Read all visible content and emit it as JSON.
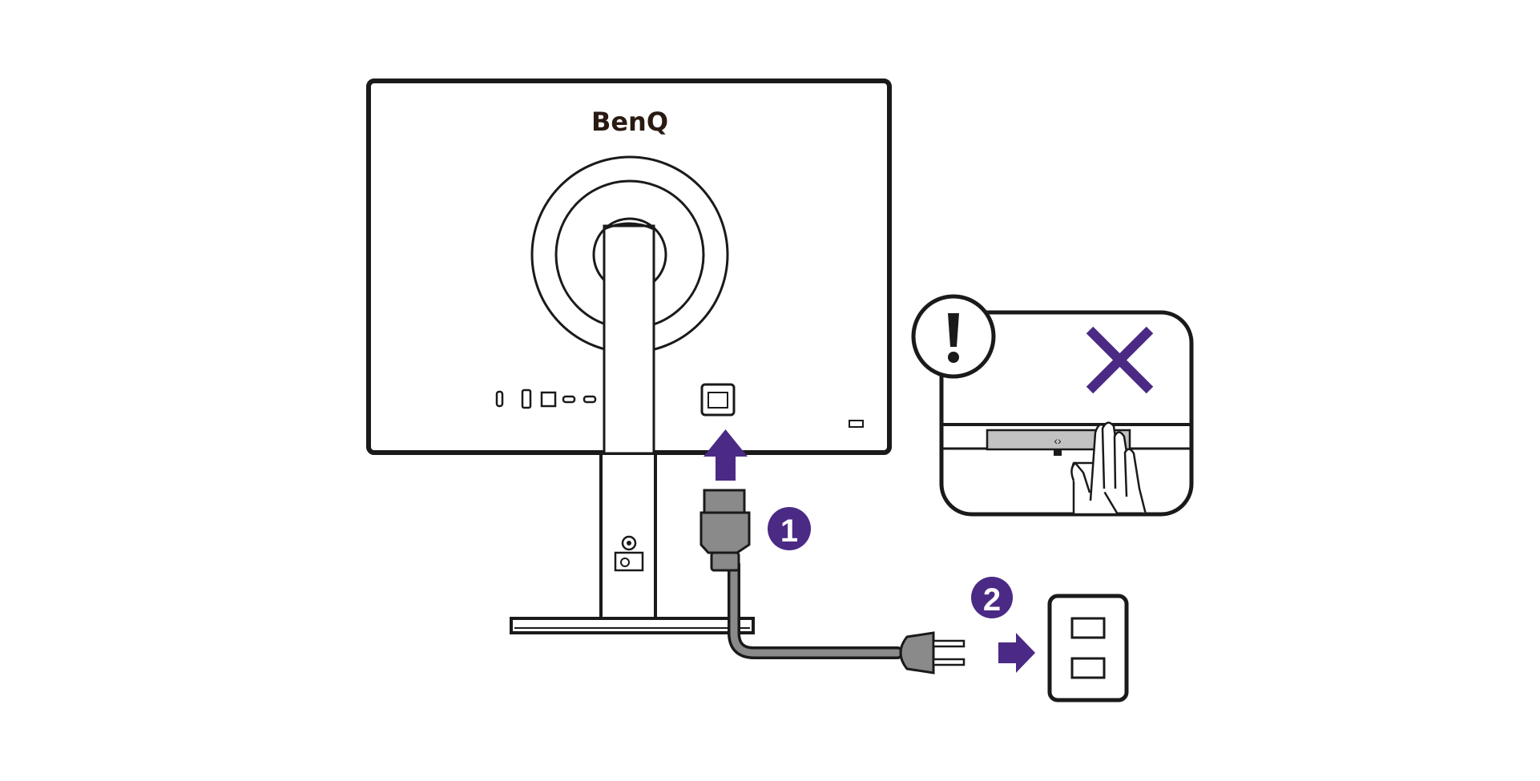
{
  "monitor": {
    "brand": "BenQ"
  },
  "steps": [
    {
      "number": "1"
    },
    {
      "number": "2"
    }
  ],
  "colors": {
    "accent": "#4b2a85",
    "line": "#1a1a1a",
    "gray": "#8a8a8a",
    "light_gray": "#c2c2c2",
    "background": "#ffffff"
  },
  "icons": {
    "warning": "exclamation-icon",
    "prohibited": "cross-icon"
  }
}
